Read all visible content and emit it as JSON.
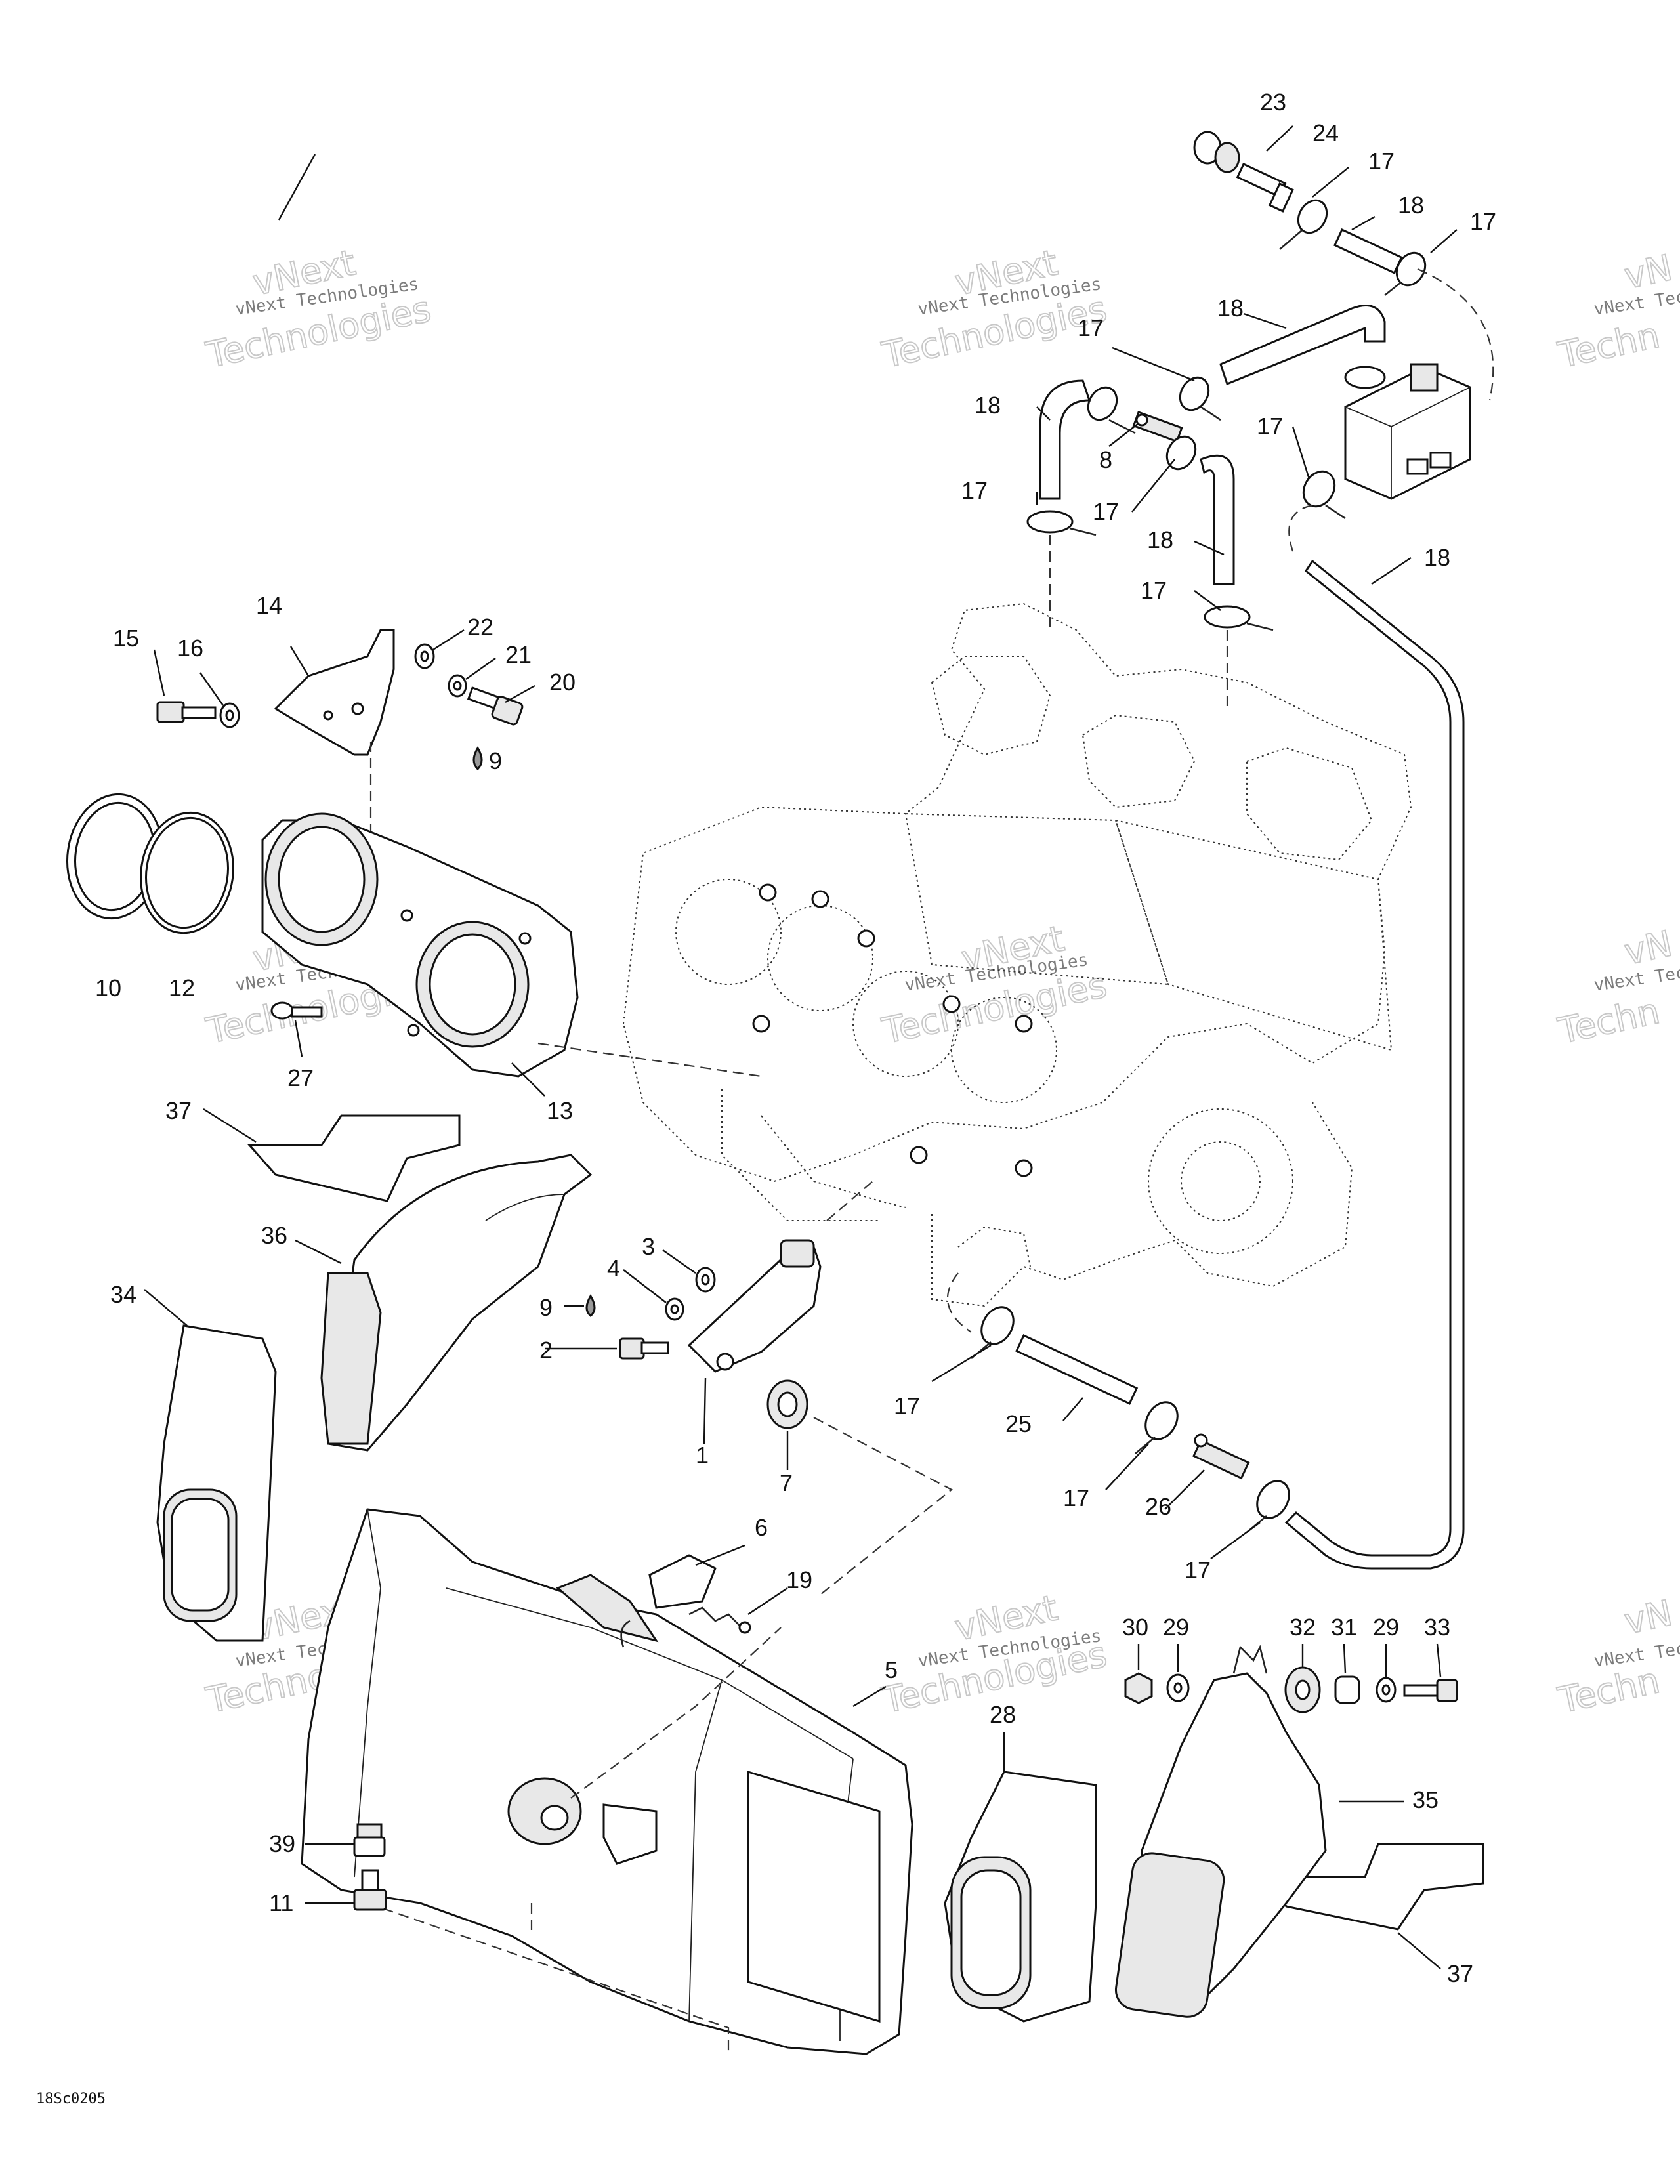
{
  "diagram": {
    "labels": [
      {
        "id": "l23",
        "text": "23"
      },
      {
        "id": "l24",
        "text": "24"
      },
      {
        "id": "l17a",
        "text": "17"
      },
      {
        "id": "l18a",
        "text": "18"
      },
      {
        "id": "l17b",
        "text": "17"
      },
      {
        "id": "l18b",
        "text": "18"
      },
      {
        "id": "l17c",
        "text": "17"
      },
      {
        "id": "l18c",
        "text": "18"
      },
      {
        "id": "l8",
        "text": "8"
      },
      {
        "id": "l17d",
        "text": "17"
      },
      {
        "id": "l17e",
        "text": "17"
      },
      {
        "id": "l17f",
        "text": "17"
      },
      {
        "id": "l18d",
        "text": "18"
      },
      {
        "id": "l18e",
        "text": "18"
      },
      {
        "id": "l17g",
        "text": "17"
      },
      {
        "id": "l14",
        "text": "14"
      },
      {
        "id": "l15",
        "text": "15"
      },
      {
        "id": "l16",
        "text": "16"
      },
      {
        "id": "l22",
        "text": "22"
      },
      {
        "id": "l21",
        "text": "21"
      },
      {
        "id": "l20",
        "text": "20"
      },
      {
        "id": "l9a",
        "text": "9"
      },
      {
        "id": "l10",
        "text": "10"
      },
      {
        "id": "l12",
        "text": "12"
      },
      {
        "id": "l27",
        "text": "27"
      },
      {
        "id": "l13",
        "text": "13"
      },
      {
        "id": "l37a",
        "text": "37"
      },
      {
        "id": "l36",
        "text": "36"
      },
      {
        "id": "l34",
        "text": "34"
      },
      {
        "id": "l3",
        "text": "3"
      },
      {
        "id": "l4",
        "text": "4"
      },
      {
        "id": "l9b",
        "text": "9"
      },
      {
        "id": "l2",
        "text": "2"
      },
      {
        "id": "l1",
        "text": "1"
      },
      {
        "id": "l7",
        "text": "7"
      },
      {
        "id": "l17h",
        "text": "17"
      },
      {
        "id": "l25",
        "text": "25"
      },
      {
        "id": "l17i",
        "text": "17"
      },
      {
        "id": "l26",
        "text": "26"
      },
      {
        "id": "l17j",
        "text": "17"
      },
      {
        "id": "l6",
        "text": "6"
      },
      {
        "id": "l19",
        "text": "19"
      },
      {
        "id": "l5",
        "text": "5"
      },
      {
        "id": "l28",
        "text": "28"
      },
      {
        "id": "l30",
        "text": "30"
      },
      {
        "id": "l29a",
        "text": "29"
      },
      {
        "id": "l32",
        "text": "32"
      },
      {
        "id": "l31",
        "text": "31"
      },
      {
        "id": "l29b",
        "text": "29"
      },
      {
        "id": "l33",
        "text": "33"
      },
      {
        "id": "l35",
        "text": "35"
      },
      {
        "id": "l39",
        "text": "39"
      },
      {
        "id": "l11",
        "text": "11"
      },
      {
        "id": "l37b",
        "text": "37"
      }
    ],
    "watermark_line1": "vNext",
    "watermark_line2": "Technologies",
    "watermark_caption": "vNext Technologies",
    "watermark_partial_1": "vNext Techno",
    "watermark_partial_2": "vN",
    "watermark_partial_3": "Techn",
    "watermark_partial_4": "vNext Technologies",
    "figure_code": "18Sc0205"
  }
}
